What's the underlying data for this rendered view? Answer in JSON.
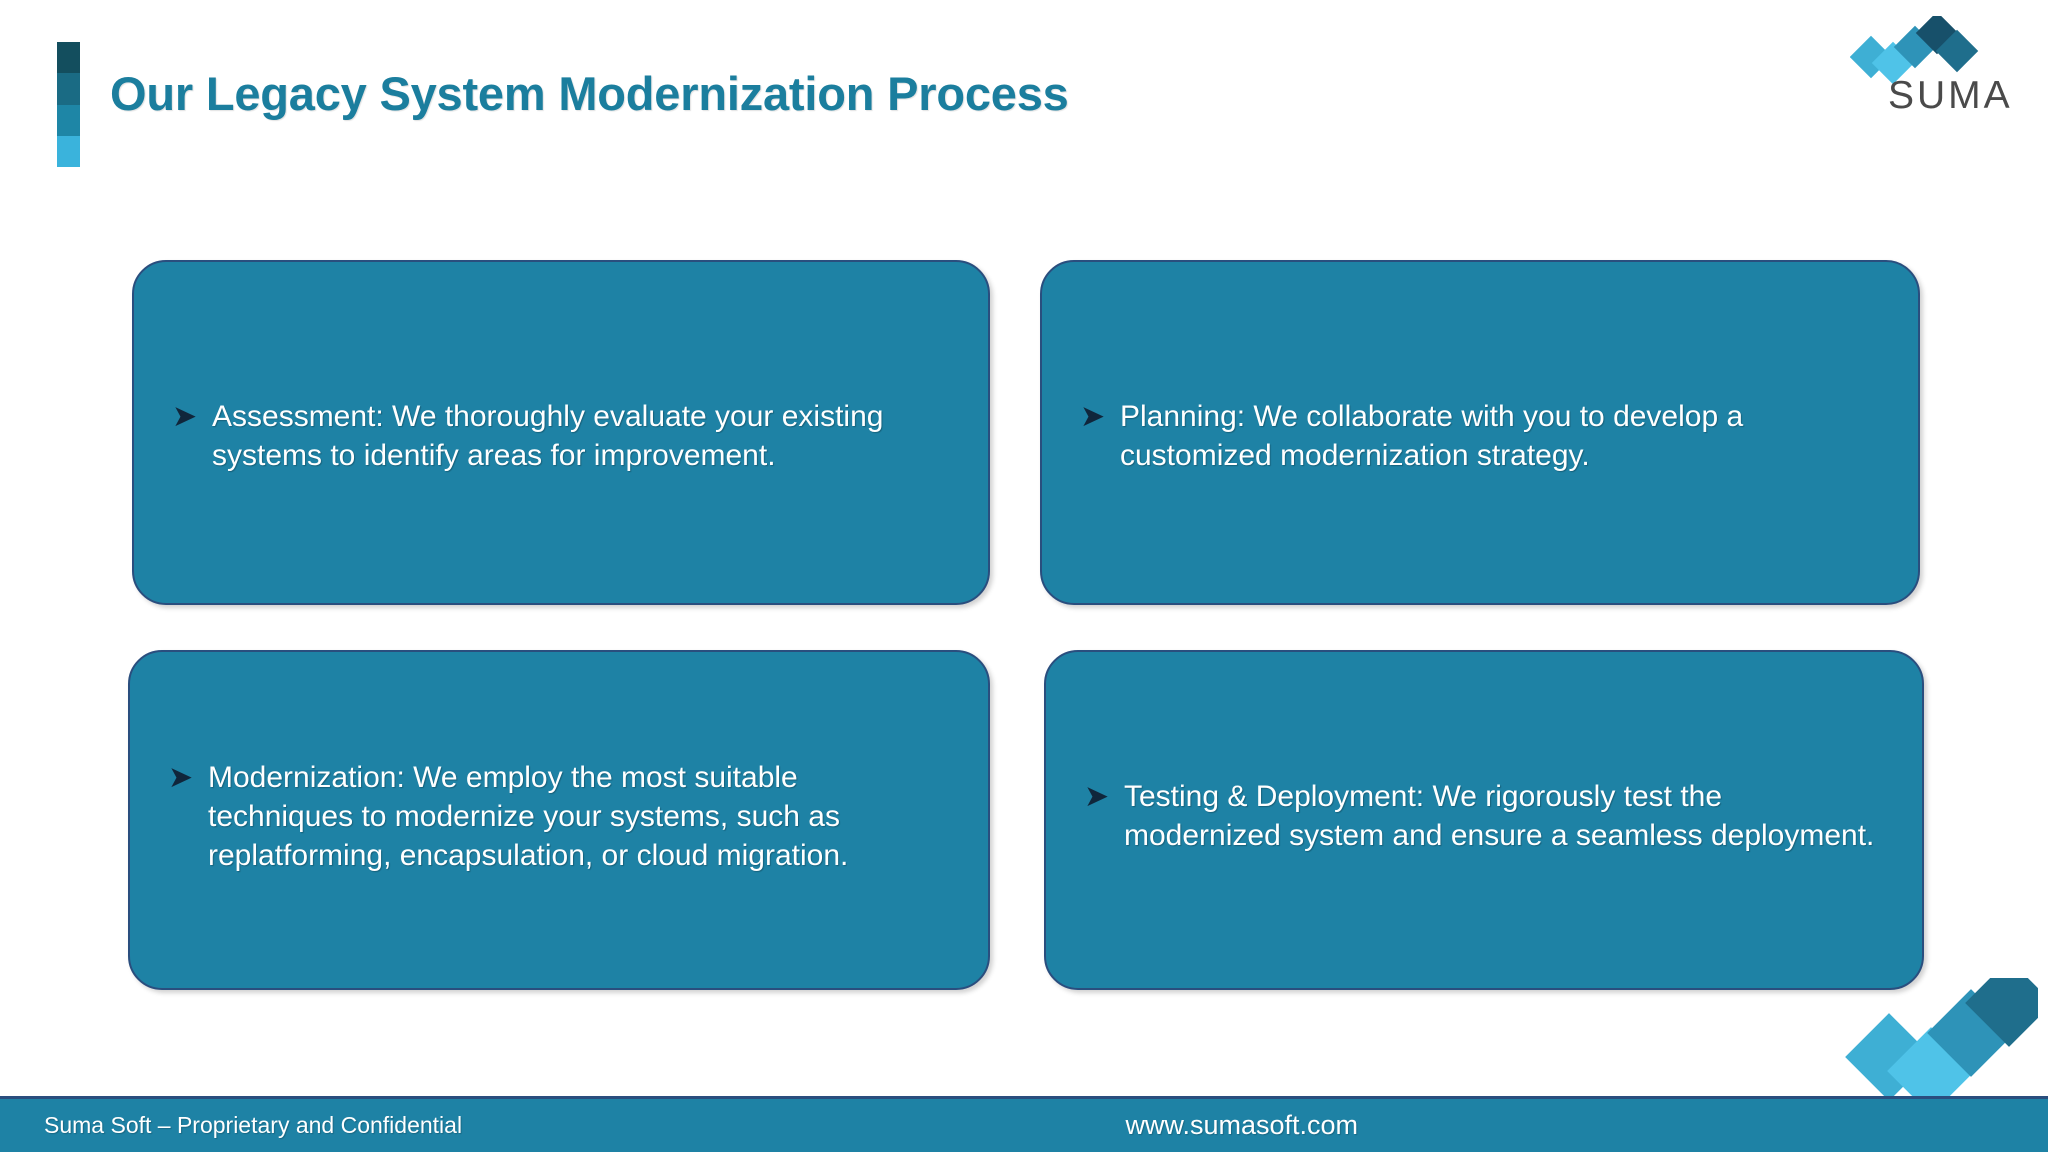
{
  "slide": {
    "title": "Our Legacy System Modernization Process",
    "title_color": "#1B7E9E",
    "background_color": "#FFFFFF",
    "card_fill_color": "#1E82A5",
    "card_border_color": "#2A4E7E"
  },
  "accent_bar": {
    "name": "title-accent-bar",
    "segments": [
      {
        "color": "#134E5E"
      },
      {
        "color": "#1A6B84"
      },
      {
        "color": "#1E86A6"
      },
      {
        "color": "#3AB3DC"
      }
    ]
  },
  "logo": {
    "wordmark": "SUMA",
    "wordmark_color": "#4A4A4A",
    "mark_colors": [
      "#3EAFD4",
      "#2E93B8",
      "#1F6E8C",
      "#17506A",
      "#4FC3E8"
    ]
  },
  "cards": [
    {
      "id": "assessment",
      "bullet": "➤",
      "text": "Assessment: We thoroughly evaluate your existing systems to identify areas for improvement."
    },
    {
      "id": "planning",
      "bullet": "➤",
      "text": "Planning: We collaborate with you to develop a customized modernization strategy."
    },
    {
      "id": "modernization",
      "bullet": "➤",
      "text": "Modernization: We employ the most suitable techniques to modernize your systems, such as replatforming, encapsulation, or cloud migration."
    },
    {
      "id": "testing-deployment",
      "bullet": "➤",
      "text": "Testing & Deployment: We rigorously test the modernized system and ensure a seamless deployment."
    }
  ],
  "corner_mark": {
    "name": "corner-chevron-decoration",
    "colors": [
      "#3EAFD4",
      "#2E93B8",
      "#1F6E8C",
      "#4FC3E8"
    ]
  },
  "footer": {
    "left_text": "Suma Soft – Proprietary and Confidential",
    "right_text": "www.sumasoft.com",
    "background_color": "#1E82A5",
    "border_color": "#2A4E7E"
  }
}
